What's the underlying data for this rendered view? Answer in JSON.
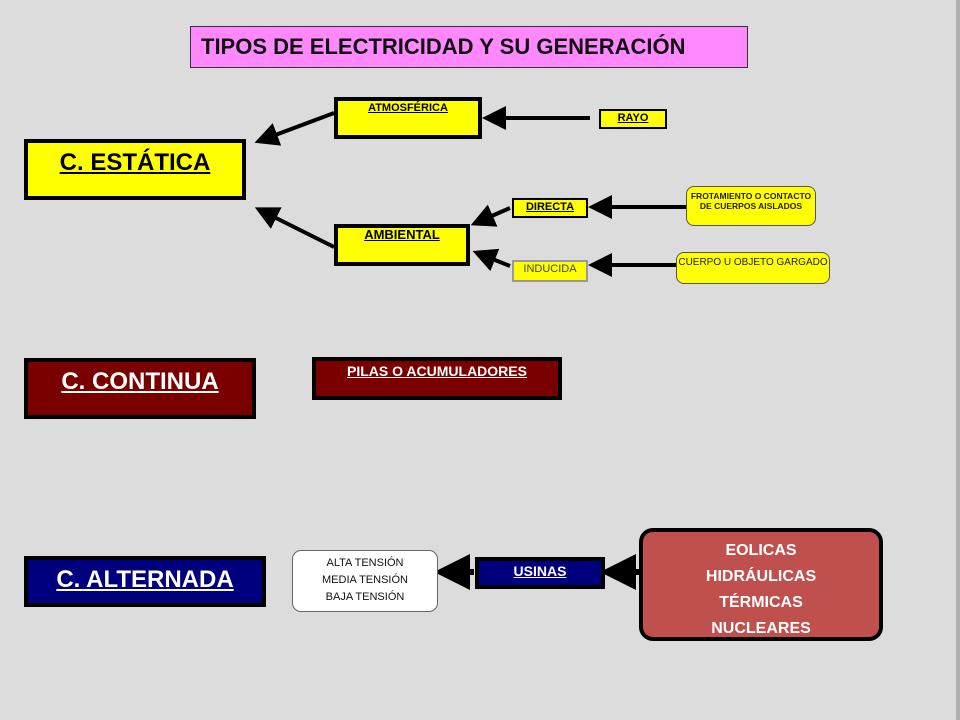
{
  "title": "TIPOS DE ELECTRICIDAD  Y SU GENERACIÓN",
  "nodes": {
    "c_estatica": "C. ESTÁTICA",
    "c_continua": "C. CONTINUA",
    "c_alterna": "C. ALTERNADA",
    "atmosferica": "ATMOSFÉRICA",
    "ambiental": "AMBIENTAL",
    "rayo": "RAYO",
    "directa": "DIRECTA",
    "inducida": "INDUCIDA",
    "frotamiento": "FROTAMIENTO O CONTACTO DE CUERPOS AISLADOS",
    "cuerpo": "CUERPO U OBJETO GARGADO",
    "pilas": "PILAS O ACUMULADORES",
    "usinas": "USINAS",
    "voltajes": [
      "ALTA TENSIÓN",
      "MEDIA TENSIÓN",
      "BAJA TENSIÓN"
    ],
    "fuentes": [
      "EOLICAS",
      "HIDRÁULICAS",
      "TÉRMICAS",
      "NUCLEARES"
    ]
  },
  "colors": {
    "yellow": "#ffff00",
    "maroon": "#7a0000",
    "navy": "#00007f",
    "title_pink": "#ff88ff",
    "sources_red": "#c0504d"
  }
}
